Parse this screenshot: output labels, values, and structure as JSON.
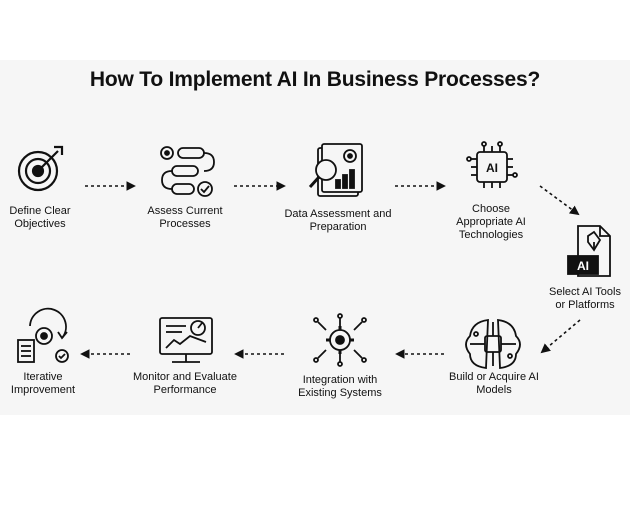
{
  "title": "How To Implement AI In Business Processes?",
  "steps": [
    {
      "label": "Define Clear Objectives",
      "icon": "target-icon"
    },
    {
      "label": "Assess Current Processes",
      "icon": "process-flow-icon"
    },
    {
      "label": "Data Assessment and Preparation",
      "icon": "report-magnifier-icon"
    },
    {
      "label": "Choose Appropriate AI Technologies",
      "icon": "ai-chip-icon"
    },
    {
      "label": "Select AI Tools or Platforms",
      "icon": "ai-file-icon"
    },
    {
      "label": "Build or Acquire AI Models",
      "icon": "circuit-brain-icon"
    },
    {
      "label": "Integration with Existing Systems",
      "icon": "gear-circuit-icon"
    },
    {
      "label": "Monitor and Evaluate Performance",
      "icon": "monitor-gauge-icon"
    },
    {
      "label": "Iterative Improvement",
      "icon": "cycle-improvement-icon"
    }
  ],
  "ai_badge": "AI",
  "chip_text": "AI"
}
